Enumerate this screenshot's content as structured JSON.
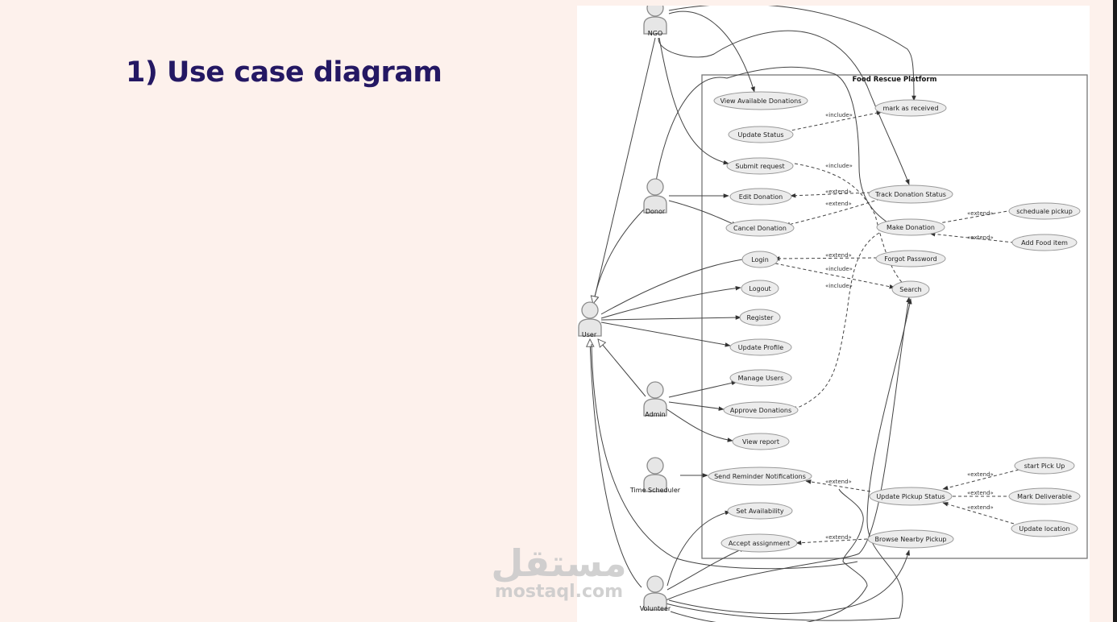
{
  "slide": {
    "title": "1) Use case diagram"
  },
  "diagram": {
    "system": "Food Rescue Platform",
    "actors": {
      "ngo": "NGO",
      "donor": "Donor",
      "user": "User",
      "admin": "Admin",
      "time_scheduler": "Time Scheduler",
      "volunteer": "Volunteer"
    },
    "use_cases": {
      "view_available_donations": "View Available Donations",
      "mark_as_received": "mark as received",
      "update_status": "Update Status",
      "submit_request": "Submit request",
      "edit_donation": "Edit Donation",
      "track_donation_status": "Track Donation Status",
      "cancel_donation": "Cancel Donation",
      "make_donation": "Make Donation",
      "scheduale_pickup": "scheduale pickup",
      "add_food_item": "Add Food item",
      "login": "Login",
      "forgot_password": "Forgot Password",
      "logout": "Logout",
      "search": "Search",
      "register": "Register",
      "update_profile": "Update Profile",
      "manage_users": "Manage Users",
      "approve_donations": "Approve Donations",
      "view_report": "View report",
      "send_reminder_notifications": "Send Reminder Notifications",
      "start_pick_up": "start Pick Up",
      "update_pickup_status": "Update Pickup Status",
      "mark_deliverable": "Mark Deliverable",
      "set_availability": "Set Availability",
      "update_location": "Update location",
      "accept_assignment": "Accept assignment",
      "browse_nearby_pickup": "Browse Nearby Pickup"
    },
    "labels": {
      "include": "«include»",
      "extend": "«extend»"
    }
  },
  "watermark": {
    "arabic": "مستقل",
    "latin": "mostaql.com"
  }
}
